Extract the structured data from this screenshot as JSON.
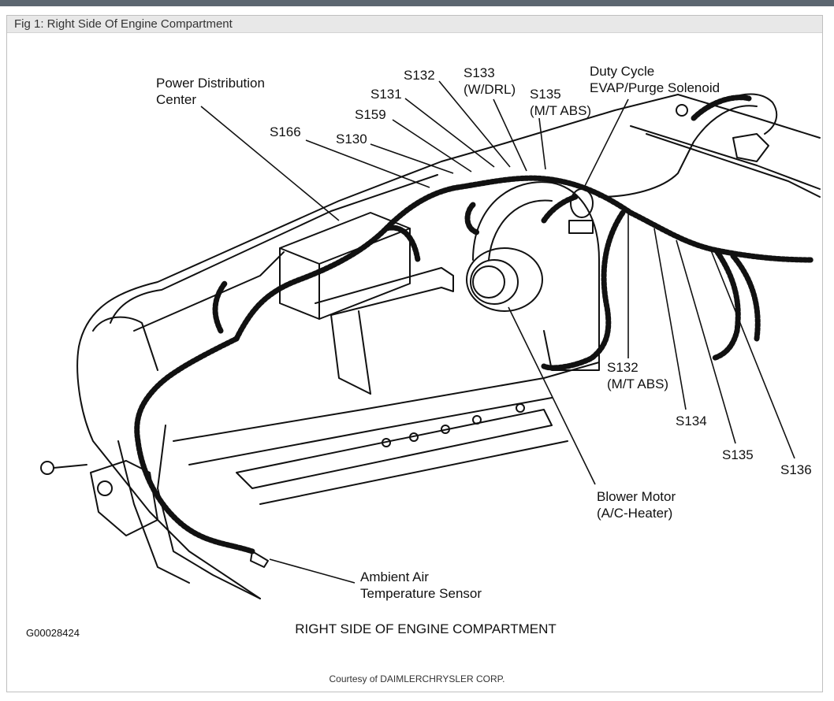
{
  "window": {
    "title": "Fig 1: Right Side Of Engine Compartment"
  },
  "figure": {
    "code": "G00028424",
    "caption": "RIGHT SIDE OF ENGINE COMPARTMENT",
    "courtesy": "Courtesy of DAIMLERCHRYSLER CORP."
  },
  "callouts": {
    "pdc_1": "Power Distribution",
    "pdc_2": "Center",
    "s166": "S166",
    "s130": "S130",
    "s159": "S159",
    "s131": "S131",
    "s132": "S132",
    "s133_1": "S133",
    "s133_2": "(W/DRL)",
    "s135_top_1": "S135",
    "s135_top_2": "(M/T ABS)",
    "duty_1": "Duty Cycle",
    "duty_2": "EVAP/Purge Solenoid",
    "s132_mt_1": "S132",
    "s132_mt_2": "(M/T ABS)",
    "s134": "S134",
    "s135": "S135",
    "s136": "S136",
    "blower_1": "Blower Motor",
    "blower_2": "(A/C-Heater)",
    "ambient_1": "Ambient Air",
    "ambient_2": "Temperature Sensor"
  }
}
